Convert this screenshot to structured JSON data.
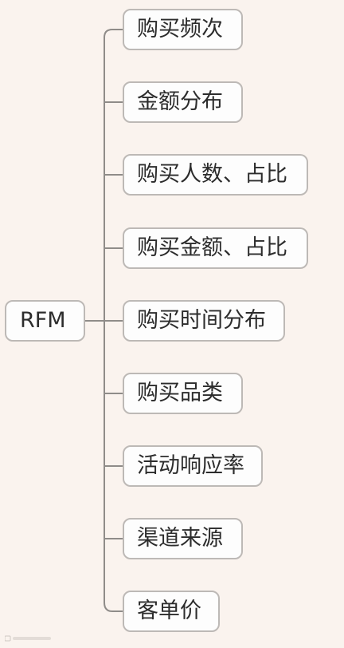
{
  "root": {
    "label": "RFM"
  },
  "children": [
    {
      "label": "购买频次"
    },
    {
      "label": "金额分布"
    },
    {
      "label": "购买人数、占比"
    },
    {
      "label": "购买金额、占比"
    },
    {
      "label": "购买时间分布"
    },
    {
      "label": "购买品类"
    },
    {
      "label": "活动响应率"
    },
    {
      "label": "渠道来源"
    },
    {
      "label": "客单价"
    }
  ],
  "colors": {
    "background": "#faf3ee",
    "connector": "#8f8c89",
    "node_border": "#bdb9b6",
    "node_fill": "#fdfdfd",
    "text": "#2c2c2c"
  }
}
